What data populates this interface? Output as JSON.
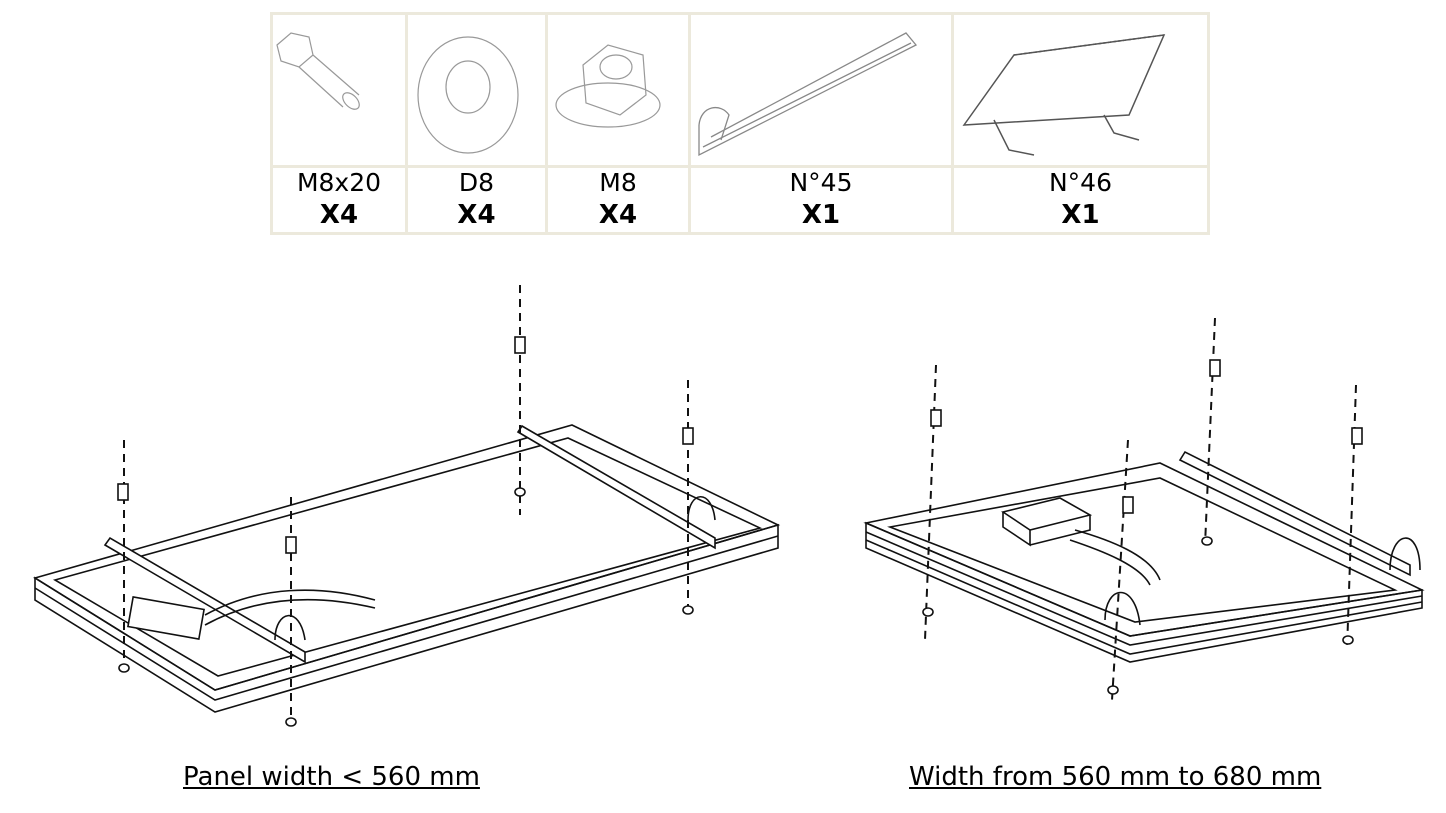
{
  "parts": [
    {
      "icon": "bolt-icon",
      "label": "M8x20",
      "qty": "X4"
    },
    {
      "icon": "washer-icon",
      "label": "D8",
      "qty": "X4"
    },
    {
      "icon": "nut-icon",
      "label": "M8",
      "qty": "X4"
    },
    {
      "icon": "rail-icon",
      "label": "N°45",
      "qty": "X1"
    },
    {
      "icon": "bracket-frame-icon",
      "label": "N°46",
      "qty": "X1"
    }
  ],
  "captions": {
    "left": "Panel width < 560 mm",
    "right": "Width from 560 mm to 680 mm"
  }
}
